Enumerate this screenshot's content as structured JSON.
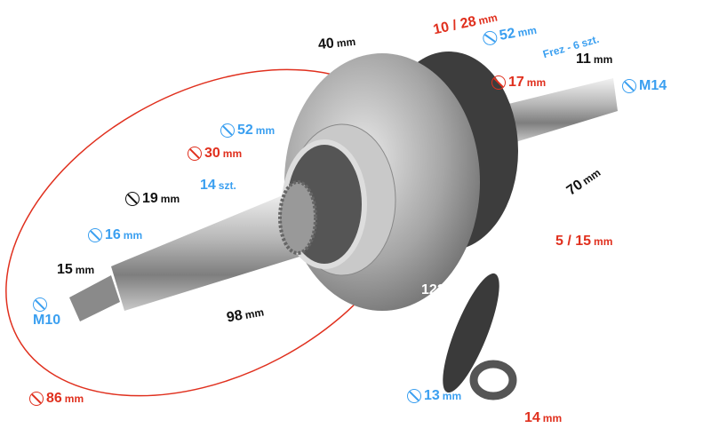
{
  "colors": {
    "red": "#e0301e",
    "blue": "#3a9ff0",
    "black": "#111111",
    "white": "#ffffff"
  },
  "dimensions": {
    "flange_width": {
      "value": "40",
      "unit": "mm"
    },
    "counterweight": {
      "value": "10 / 28",
      "unit": "mm"
    },
    "flange_diameter_right": {
      "value": "52",
      "unit": "mm",
      "diameter": true
    },
    "spline": {
      "value": "Frez - 6",
      "unit": "szt."
    },
    "thread_length_right": {
      "value": "11",
      "unit": "mm"
    },
    "thread_right": {
      "value": "M14",
      "diameter": true
    },
    "shaft_diameter_right": {
      "value": "17",
      "unit": "mm",
      "diameter": true
    },
    "bearing_diameter_left": {
      "value": "52",
      "unit": "mm",
      "diameter": true
    },
    "bearing_inner": {
      "value": "30",
      "unit": "mm",
      "diameter": true
    },
    "gear_teeth": {
      "value": "14",
      "unit": "szt."
    },
    "shaft_diameter_left": {
      "value": "19",
      "unit": "mm",
      "diameter": true
    },
    "taper_diameter": {
      "value": "16",
      "unit": "mm",
      "diameter": true
    },
    "thread_length_left": {
      "value": "15",
      "unit": "mm"
    },
    "thread_left": {
      "value": "M10",
      "diameter": true
    },
    "left_length": {
      "value": "98",
      "unit": "mm"
    },
    "conrod_length": {
      "value": "122",
      "unit": "mm"
    },
    "right_length": {
      "value": "70",
      "unit": "mm"
    },
    "web_gap": {
      "value": "5 / 15",
      "unit": "mm"
    },
    "small_end_diameter": {
      "value": "13",
      "unit": "mm",
      "diameter": true
    },
    "small_end_width": {
      "value": "14",
      "unit": "mm"
    },
    "flywheel_diameter": {
      "value": "86",
      "unit": "mm",
      "diameter": true
    }
  }
}
